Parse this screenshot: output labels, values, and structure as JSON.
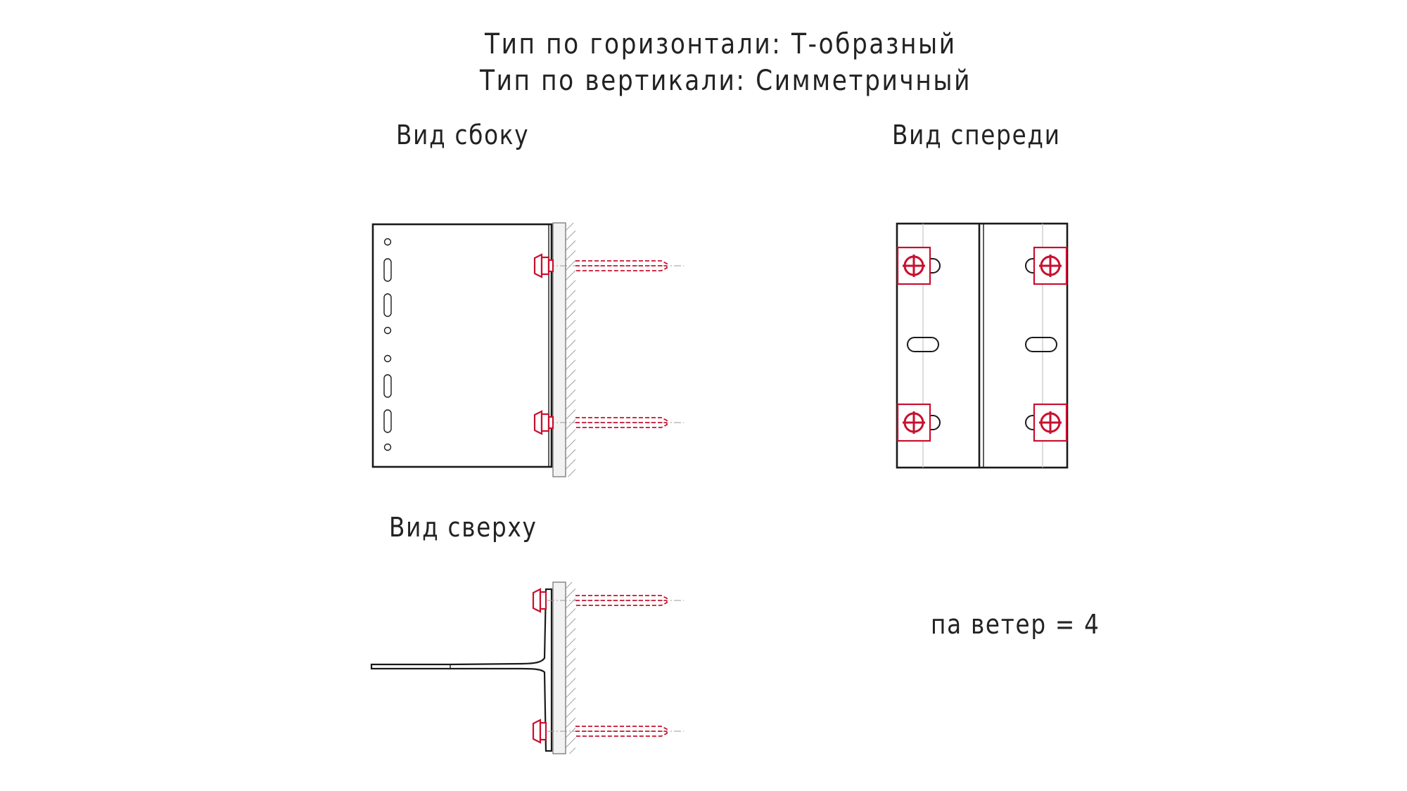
{
  "header": {
    "line1": "Тип по горизонтали: Т-образный",
    "line2": "Тип по вертикали: Симметричный"
  },
  "views": {
    "side": "Вид сбоку",
    "front": "Вид спереди",
    "top": "Вид сверху"
  },
  "note": "па ветер = 4",
  "colors": {
    "fastener": "#c8102e",
    "outline": "#1a1a1a",
    "wall_hatch": "#888888"
  },
  "icons": {
    "anchor": "anchor-bolt-icon",
    "hatch": "wall-hatch-icon"
  }
}
